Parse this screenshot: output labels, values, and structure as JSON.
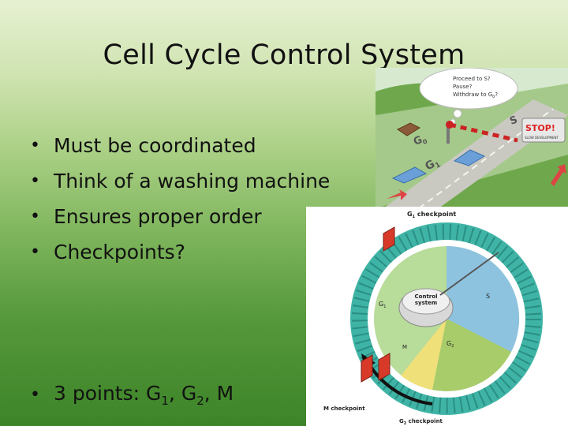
{
  "slide": {
    "title": "Cell Cycle Control System",
    "bullets": [
      "Must be coordinated",
      "Think of a washing machine",
      "Ensures proper order",
      "Checkpoints?"
    ],
    "bullet_symbol": "•",
    "summary": {
      "prefix": "3 points: G",
      "sub1": "1",
      "mid1": ", G",
      "sub2": "2",
      "suffix": ", M"
    }
  },
  "road_illustration": {
    "thought_lines": [
      "Proceed to S?",
      "Pause?",
      "Withdraw to G"
    ],
    "thought_sub": "0",
    "thought_end": "?",
    "stop_sign": "STOP!",
    "stop_sub": "SLOW DEVELOPMENT",
    "road_labels": {
      "g0": "G",
      "g0_sub": "0",
      "g1": "G",
      "g1_sub": "1",
      "s": "S"
    }
  },
  "cycle_diagram": {
    "g1_checkpoint": "G",
    "g1_checkpoint_sub": "1",
    "g1_checkpoint_rest": " checkpoint",
    "control_system": [
      "Control",
      "system"
    ],
    "phase_g1": "G",
    "phase_g1_sub": "1",
    "phase_s": "S",
    "phase_g2": "G",
    "phase_g2_sub": "2",
    "phase_m": "M",
    "m_checkpoint": "M checkpoint",
    "g2_checkpoint": "G",
    "g2_checkpoint_sub": "2",
    "g2_checkpoint_rest": " checkpoint"
  },
  "colors": {
    "phase_g1": "#b8dc9a",
    "phase_s": "#8ec3e0",
    "phase_g2": "#a8cc6a",
    "phase_m": "#f0e07a",
    "outer_ring": "#3fb4a6",
    "checkpoint_red": "#d83a2a"
  }
}
